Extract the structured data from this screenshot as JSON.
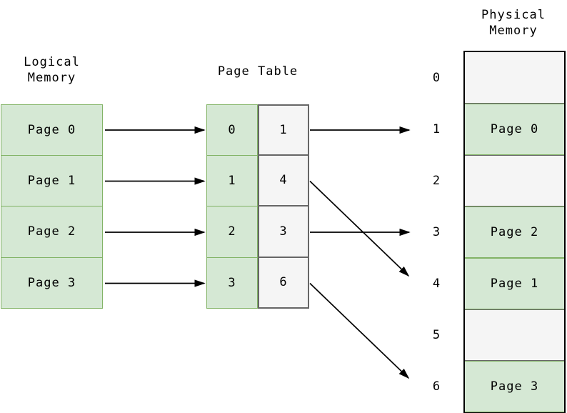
{
  "logical_memory": {
    "title": [
      "Logical",
      "Memory"
    ],
    "pages": [
      "Page 0",
      "Page 1",
      "Page 2",
      "Page 3"
    ]
  },
  "page_table": {
    "title": "Page Table",
    "rows": [
      {
        "page": "0",
        "frame": "1"
      },
      {
        "page": "1",
        "frame": "4"
      },
      {
        "page": "2",
        "frame": "3"
      },
      {
        "page": "3",
        "frame": "6"
      }
    ]
  },
  "physical_memory": {
    "title": [
      "Physical",
      "Memory"
    ],
    "frames": [
      {
        "number": "0",
        "content": ""
      },
      {
        "number": "1",
        "content": "Page 0"
      },
      {
        "number": "2",
        "content": ""
      },
      {
        "number": "3",
        "content": "Page 2"
      },
      {
        "number": "4",
        "content": "Page 1"
      },
      {
        "number": "5",
        "content": ""
      },
      {
        "number": "6",
        "content": "Page 3"
      }
    ]
  },
  "colors": {
    "page_fill": "#d5e8d4",
    "page_border": "#82b366",
    "empty_fill": "#f5f5f5",
    "empty_border": "#666666",
    "outline": "#000000",
    "arrow": "#000000"
  }
}
